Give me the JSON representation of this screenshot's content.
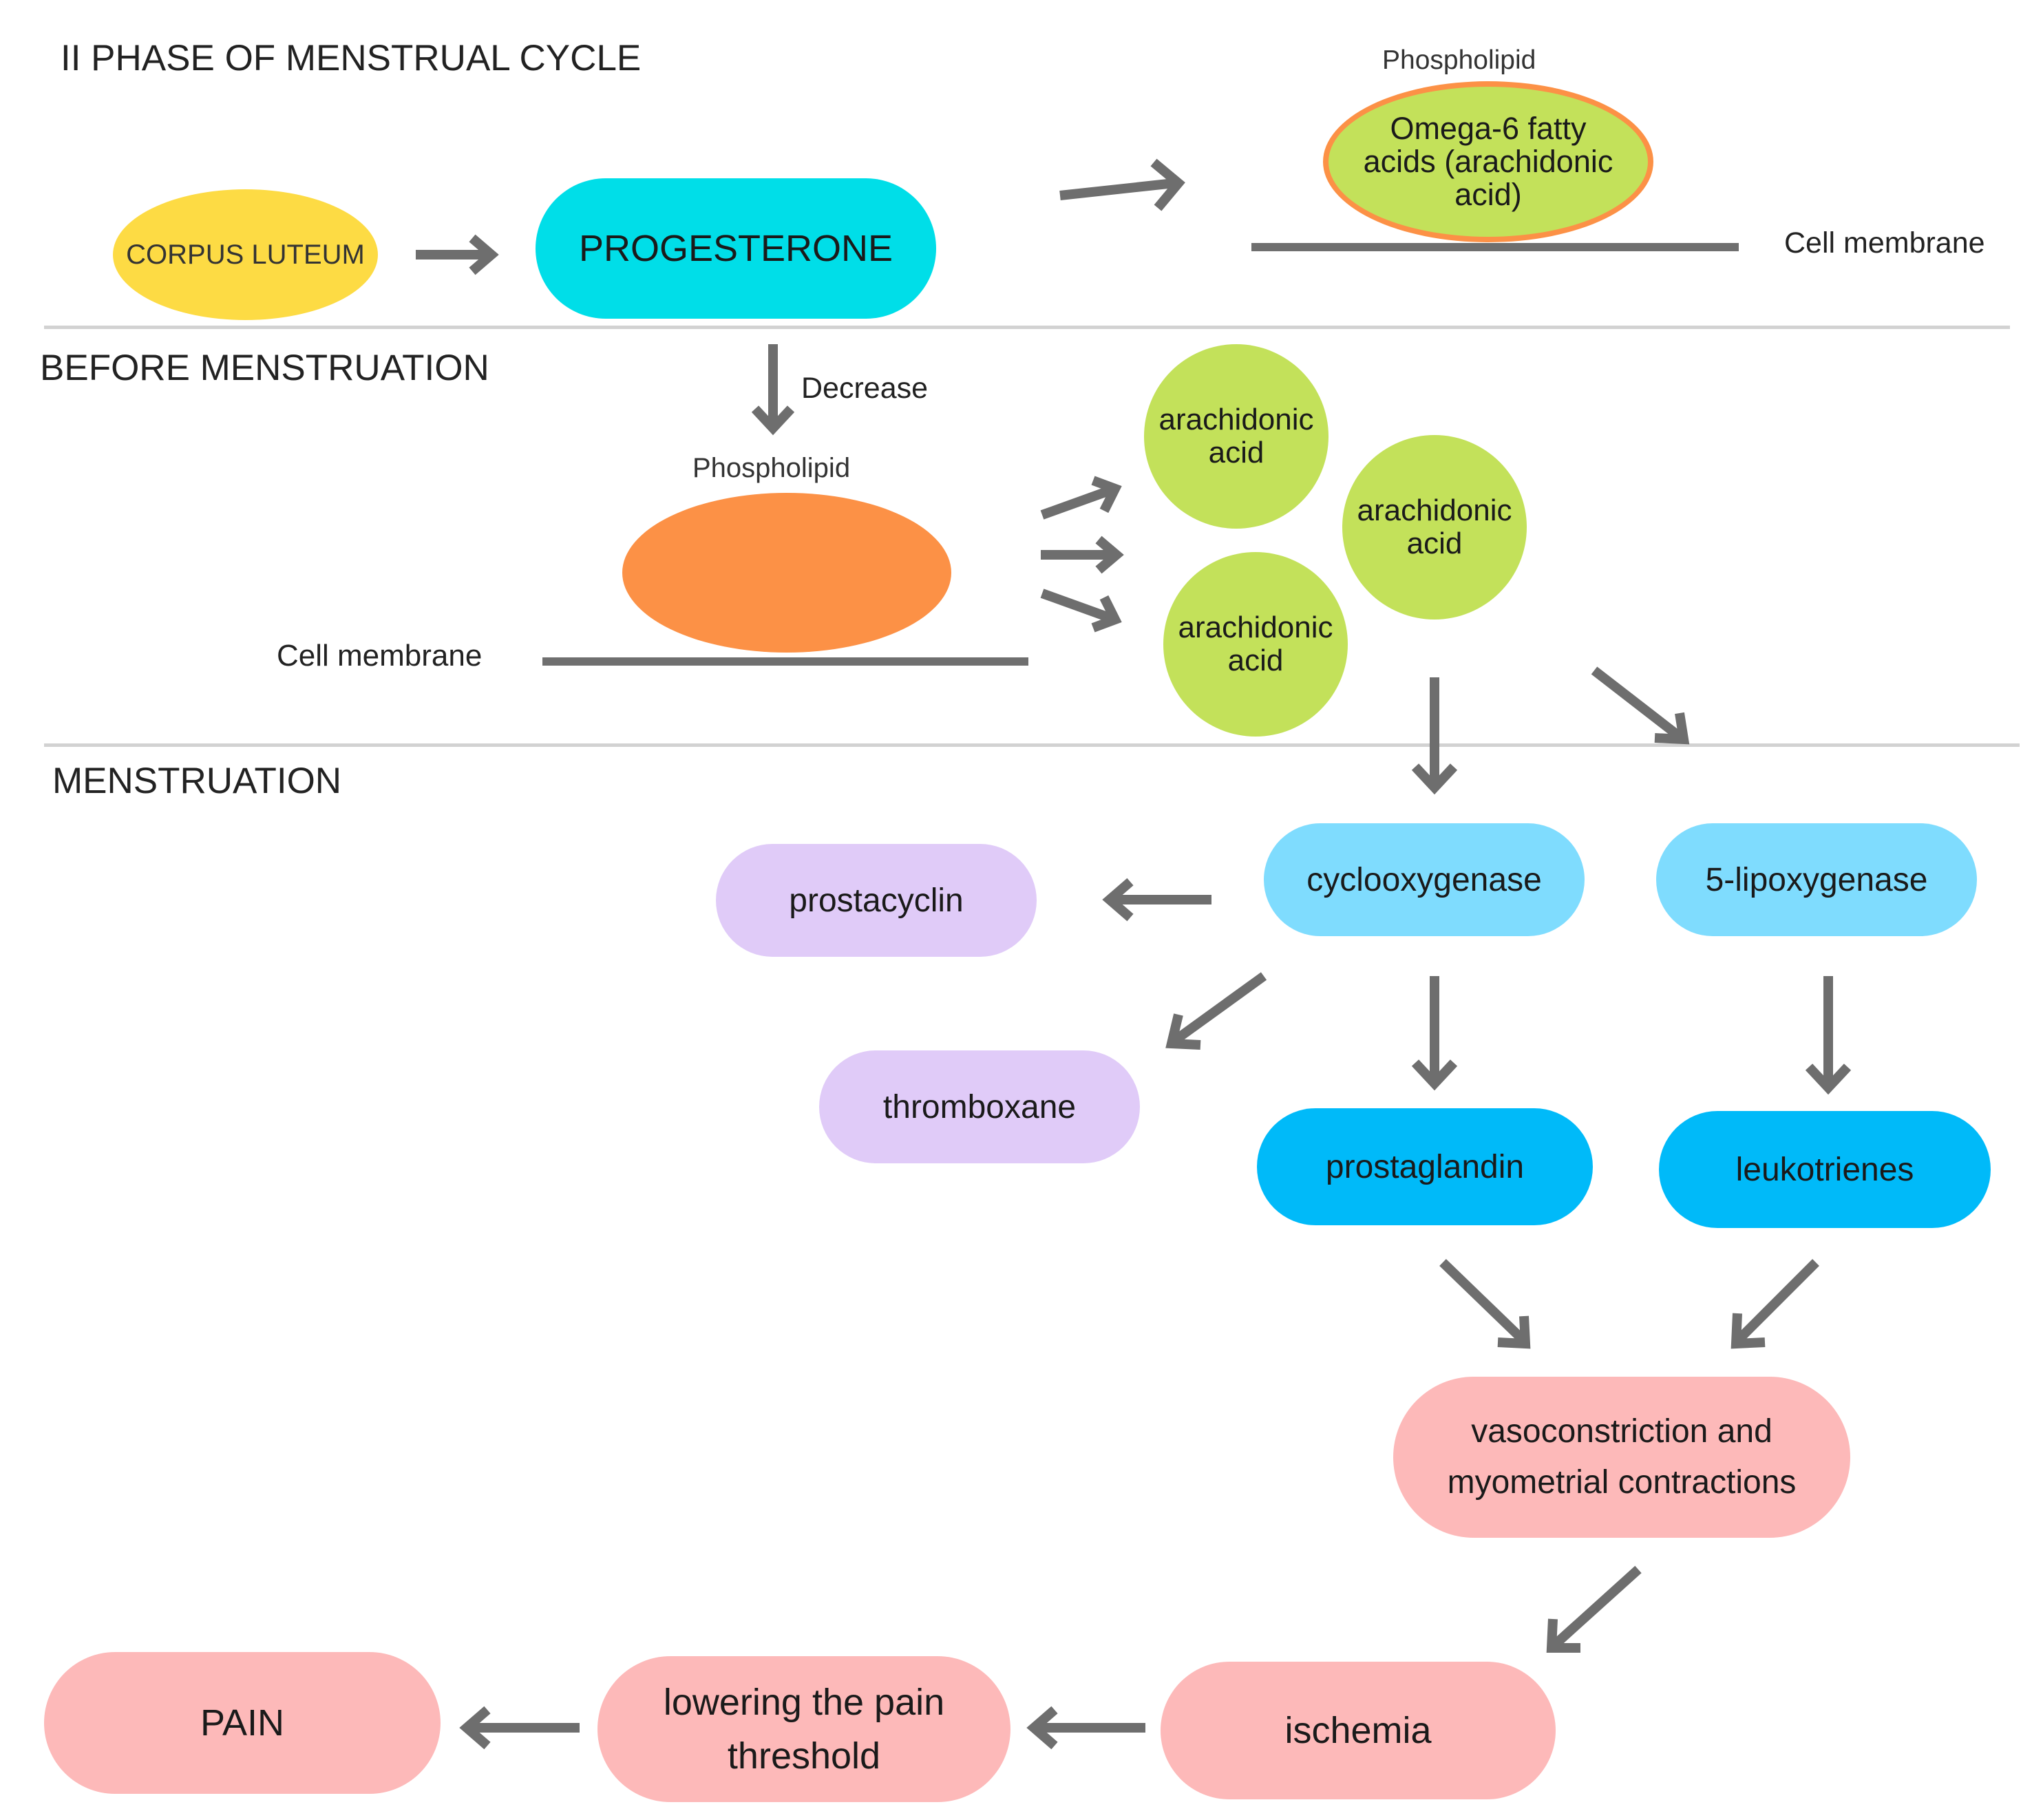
{
  "sections": {
    "phase_two": "II PHASE OF MENSTRUAL CYCLE",
    "before": "BEFORE MENSTRUATION",
    "menstruation": "MENSTRUATION"
  },
  "nodes": {
    "corpus_luteum": "CORPUS LUTEUM",
    "progesterone": "PROGESTERONE",
    "omega6": "Omega-6 fatty acids (arachidonic acid)",
    "arachidonic_1": "arachidonic acid",
    "arachidonic_2": "arachidonic acid",
    "arachidonic_3": "arachidonic acid",
    "cyclooxygenase": "cyclooxygenase",
    "lipoxygenase": "5-lipoxygenase",
    "prostacyclin": "prostacyclin",
    "thromboxane": "thromboxane",
    "prostaglandin": "prostaglandin",
    "leukotrienes": "leukotrienes",
    "vasoconstriction": "vasoconstriction and myometrial contractions",
    "ischemia": "ischemia",
    "lowering": "lowering the pain threshold",
    "pain": "PAIN"
  },
  "labels": {
    "phospholipid_top": "Phospholipid",
    "cell_membrane_top": "Cell membrane",
    "decrease": "Decrease",
    "phospholipid_mid": "Phospholipid",
    "cell_membrane_mid": "Cell membrane"
  },
  "colors": {
    "yellow": "#fddb44",
    "cyan": "#00dee8",
    "orange": "#fc9146",
    "green": "#c3e15a",
    "light_blue": "#7fdcfe",
    "blue": "#00baf9",
    "lavender": "#e0cbf8",
    "pink": "#fdb9b9",
    "arrow": "#6e6e6e"
  }
}
